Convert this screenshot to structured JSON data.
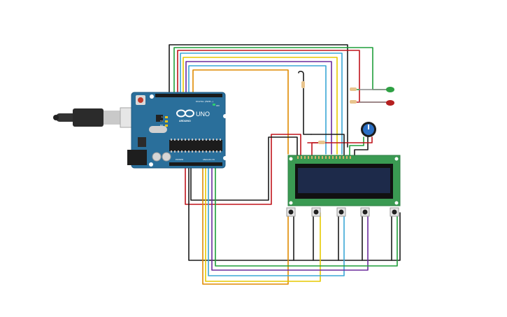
{
  "board": {
    "logo_text": "UNO",
    "brand_text": "ARDUINO",
    "power_label": "POWER",
    "analog_label": "ANALOG IN",
    "digital_label": "DIGITAL (PWM~)",
    "on_label": "ON",
    "tx_label": "TX",
    "rx_label": "RX",
    "l_label": "L"
  },
  "colors": {
    "board": "#2a6f9b",
    "lcd_pcb": "#3a9a52",
    "lcd_screen": "#1d2a4a",
    "led_green": "#2ea043",
    "led_red": "#b51f1f",
    "wire_red": "#c0141b",
    "wire_black": "#1a1a1a",
    "wire_green": "#1f9e3a",
    "wire_yellow": "#e6c900",
    "wire_orange": "#e08a00",
    "wire_blue": "#3aa7d6",
    "wire_purple": "#6a2c9c"
  },
  "components": {
    "leds": [
      "led-green",
      "led-red"
    ],
    "buttons": 5,
    "potentiometer": true
  }
}
